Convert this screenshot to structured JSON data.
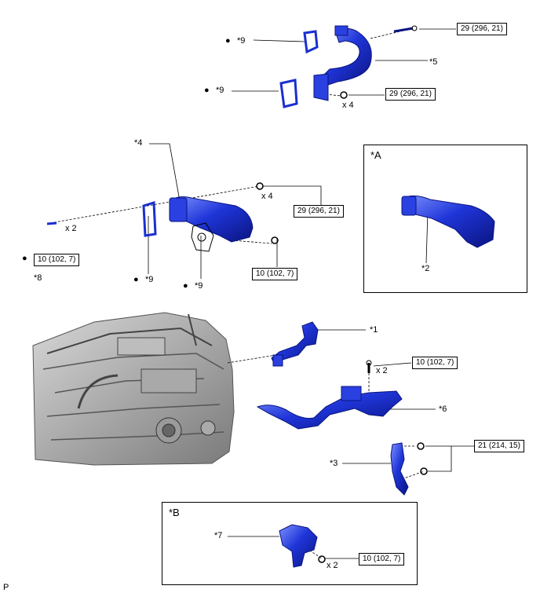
{
  "colors": {
    "part_blue": "#1a2fd0",
    "part_dark": "#0b1790",
    "part_light": "#6f86ff",
    "engine_gray": "#8c8c8c"
  },
  "labels": {
    "p9_top": "*9",
    "p5": "*5",
    "p9_mid": "*9",
    "p4": "*4",
    "pA": "*A",
    "p2": "*2",
    "p8": "*8",
    "p9_b1": "*9",
    "p9_b2": "*9",
    "p1": "*1",
    "p6": "*6",
    "p3": "*3",
    "pB": "*B",
    "p7": "*7",
    "corner": "P"
  },
  "bullet": "●",
  "torques": {
    "t1": "29 (296, 21)",
    "t2": "29 (296, 21)",
    "t3": "29 (296, 21)",
    "t4": "10 (102, 7)",
    "t5": "10 (102, 7)",
    "t6": "10 (102, 7)",
    "t7": "21 (214, 15)",
    "t8": "10 (102, 7)"
  },
  "quantities": {
    "q1": "x 4",
    "q2": "x 4",
    "q3": "x 2",
    "q4": "x 2",
    "q5": "x 2"
  }
}
